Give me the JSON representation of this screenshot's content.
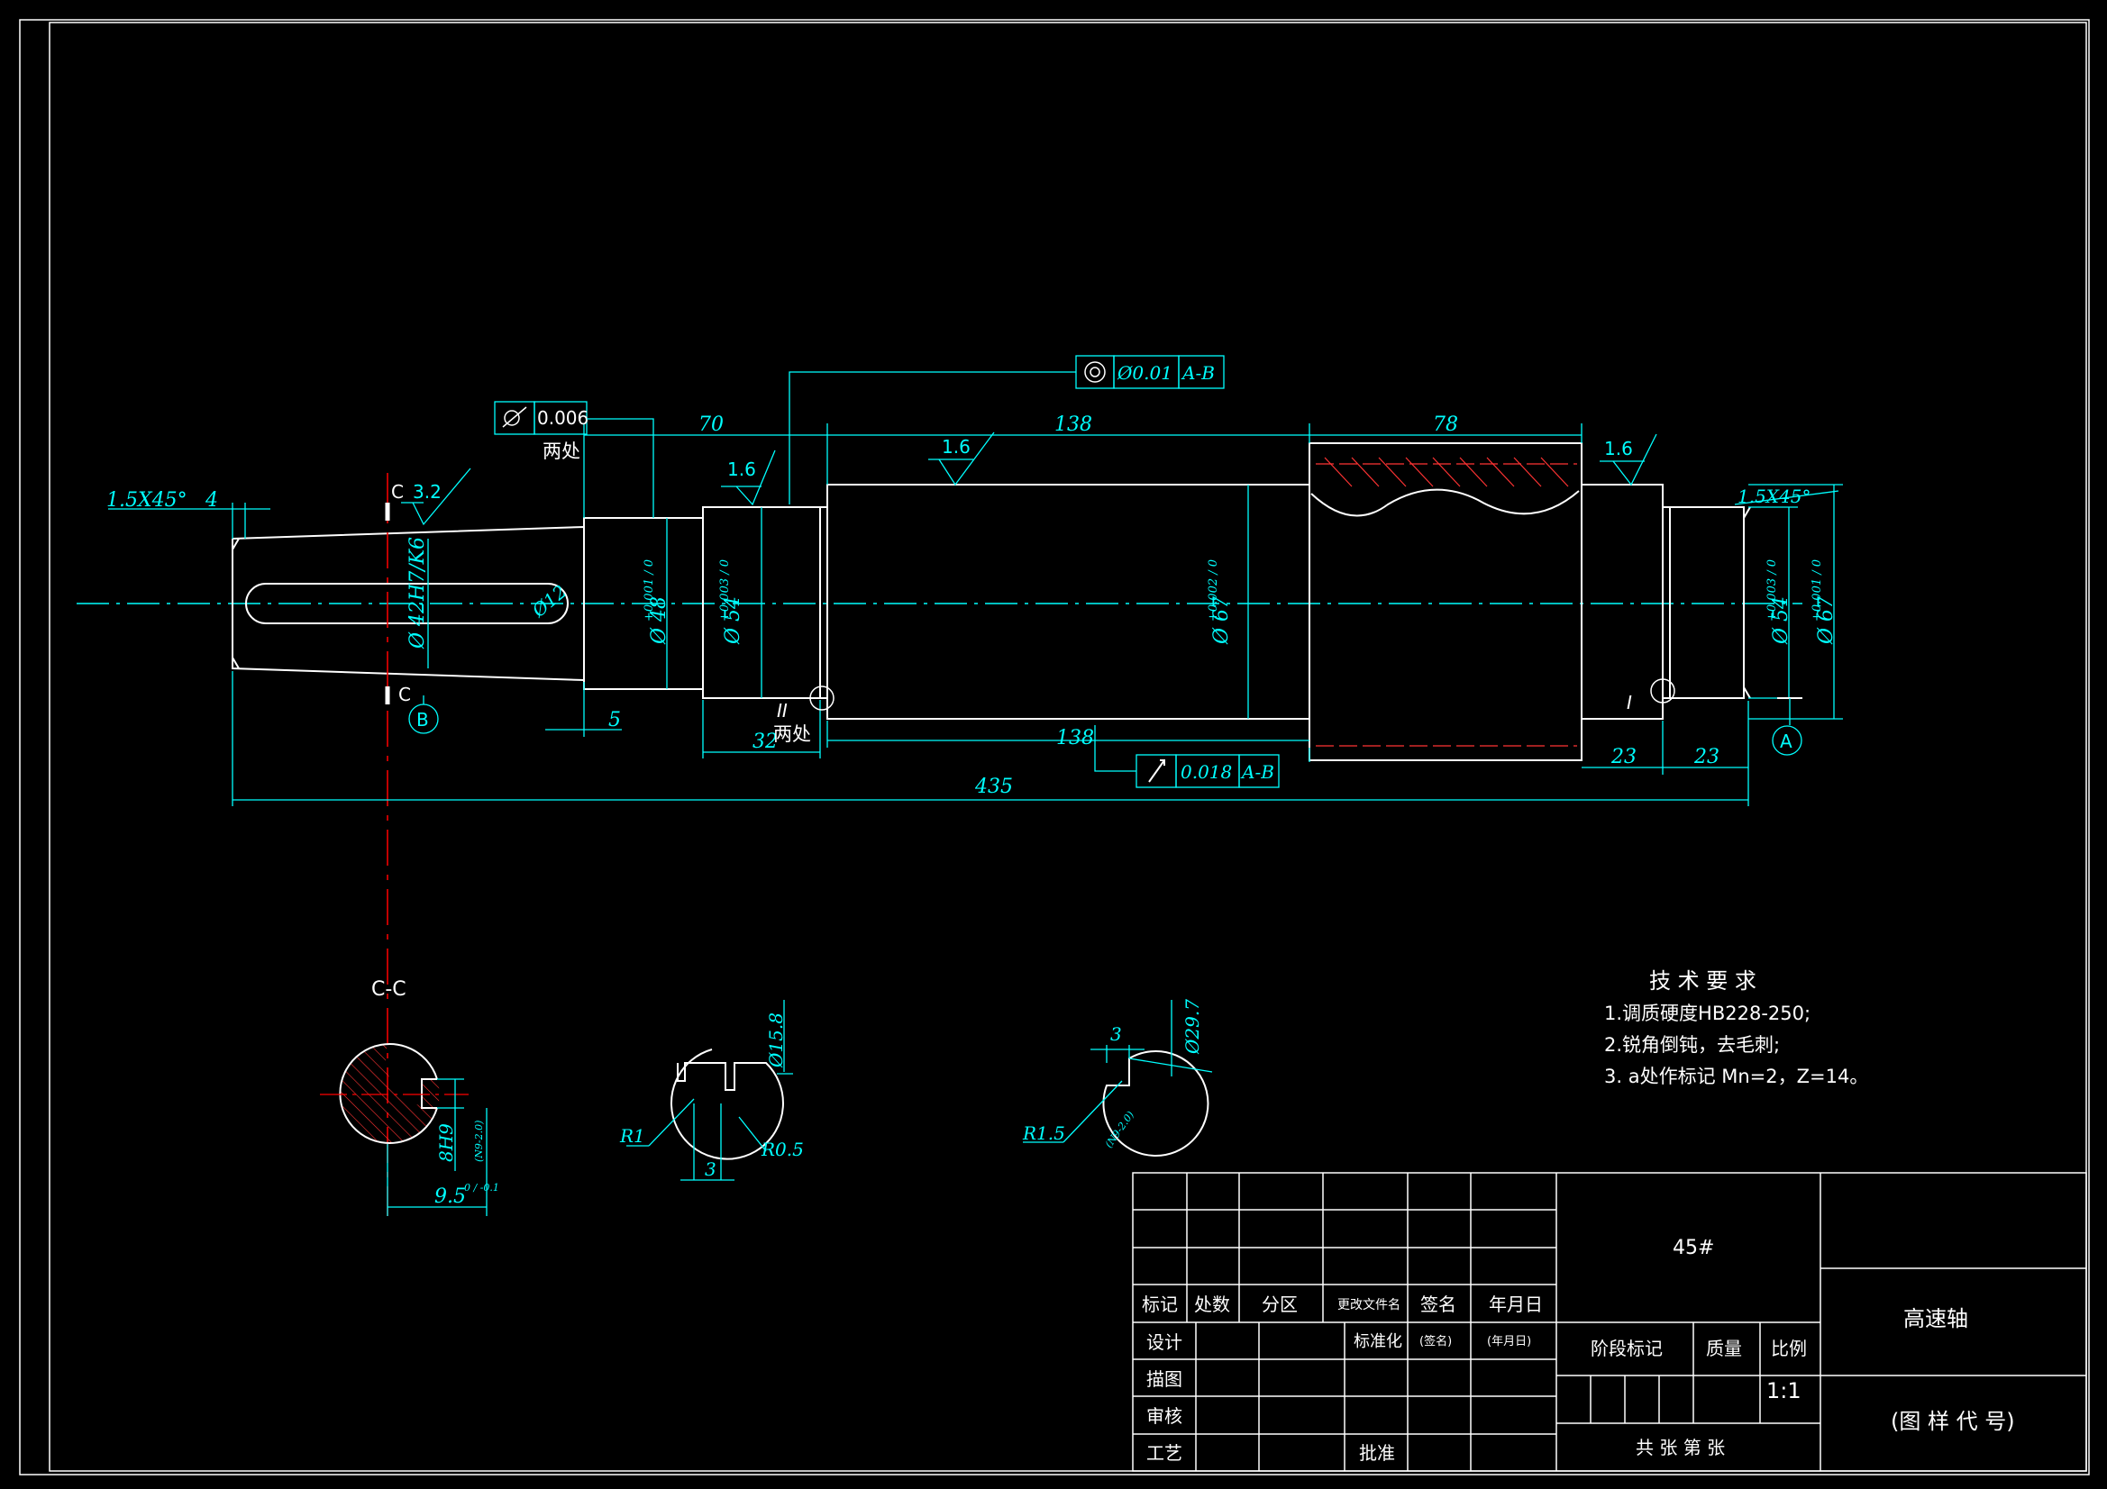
{
  "colors": {
    "background": "#000000",
    "outline": "#ffffff",
    "dimension": "#00ffff",
    "centerline": "#ff0000",
    "hatch": "#ff3333"
  },
  "main_view": {
    "length_total": "435",
    "dim_70": "70",
    "dim_138_top": "138",
    "dim_78": "78",
    "dim_138_bottom": "138",
    "dim_32": "32",
    "dim_5": "5",
    "dim_4": "4",
    "dim_23_a": "23",
    "dim_23_b": "23",
    "chamfer_left": "1.5X45°",
    "chamfer_right": "1.5X45°",
    "roughness_3_2": "3.2",
    "roughness_1_6_a": "1.6",
    "roughness_1_6_b": "1.6",
    "roughness_1_6_c": "1.6",
    "dia_42": "Ø 42H7/K6",
    "dia_48": "Ø 48",
    "dia_48_tol": "+0.001 / 0",
    "dia_54": "Ø 54",
    "dia_54_tol": "+0.003 / 0",
    "dia_67": "Ø 67",
    "dia_67_tol": "+0.002 / 0",
    "dia_54_r": "Ø 54",
    "dia_54_r_tol": "+0.003 / 0",
    "dia_67_r": "Ø 67",
    "dia_67_r_tol": "+0.001 / 0",
    "keyway_r": "Ø12",
    "tol_cyl_value": "0.006",
    "tol_cyl_note": "两处",
    "tol_conc_value": "Ø0.01",
    "tol_conc_datum": "A-B",
    "tol_runout_value": "0.018",
    "tol_runout_datum": "A-B",
    "section_c": "C",
    "datum_a": "A",
    "datum_b": "B",
    "detail_i": "I",
    "detail_ii": "II",
    "two_places": "两处"
  },
  "section_cc": {
    "title": "C-C",
    "dim_width": "8H9",
    "dim_depth": "9.5",
    "dim_depth_tol": "0 / -0.1",
    "small_note": "(N9-2.0)"
  },
  "detail_2": {
    "dia": "Ø15.8",
    "r1": "R1",
    "r05": "R0.5",
    "w3": "3"
  },
  "detail_1": {
    "dia": "Ø29.7",
    "r15": "R1.5",
    "w3": "3",
    "small_note": "(N9-2.0)"
  },
  "tech_req": {
    "title": "技 术 要 求",
    "items": [
      "1.调质硬度HB228-250;",
      "2.锐角倒钝，去毛刺;",
      "3. a处作标记 Mn=2，Z=14。"
    ]
  },
  "title_block": {
    "material": "45#",
    "part_name": "高速轴",
    "drawing_code": "(图 样 代 号)",
    "row_headers": [
      "标记",
      "处数",
      "分区",
      "更改文件名",
      "签名",
      "年月日"
    ],
    "design": "设计",
    "draw": "描图",
    "review": "审核",
    "process": "工艺",
    "standard": "标准化",
    "sign_paren": "(签名)",
    "date_paren": "(年月日)",
    "approve": "批准",
    "stage_mark": "阶段标记",
    "mass": "质量",
    "scale_label": "比例",
    "scale_value": "1:1",
    "sheets": "共   张   第   张"
  }
}
